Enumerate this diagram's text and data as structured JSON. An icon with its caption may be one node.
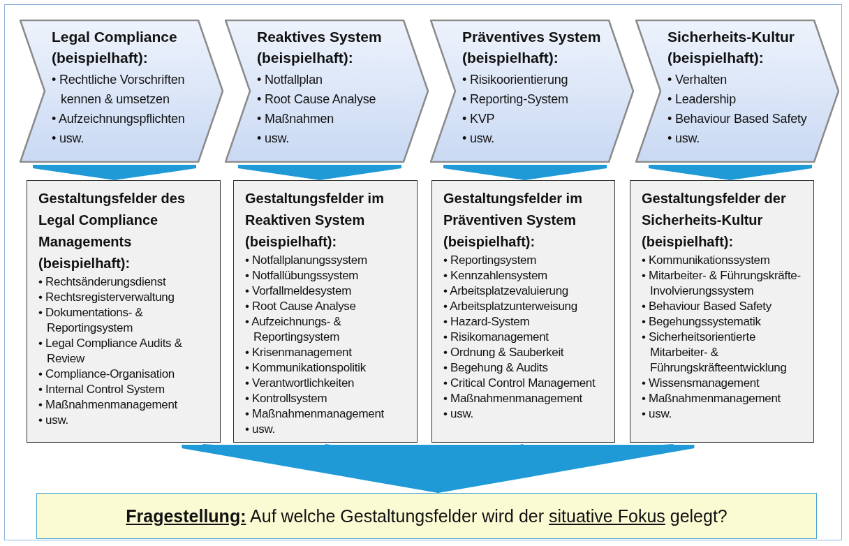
{
  "diagram": {
    "nodes": [
      {
        "text": [
          "Legal Compliance (beispielhaft):",
          "• Rechtliche Vorschriften kennen & umsetzen",
          "• Aufzeichnungspflichten",
          "• usw."
        ]
      },
      {
        "text": [
          "Reaktives System (beispielhaft):",
          "• Notfallplan",
          "• Root Cause Analyse",
          "• Maßnahmen",
          "• usw."
        ]
      },
      {
        "text": [
          "Präventives System (beispielhaft):",
          "• Risikoorientierung",
          "• Reporting-System",
          "• KVP",
          "• usw."
        ]
      },
      {
        "text": [
          "Sicherheits-Kultur (beispielhaft):",
          "• Verhalten",
          "• Leadership",
          "• Behaviour Based Safety",
          "• usw."
        ]
      },
      {
        "text": [
          "Gestaltungsfelder des Legal Compliance Managements (beispielhaft):",
          "• Rechtsänderungsdienst",
          "• Rechtsregisterverwaltung",
          "• Dokumentations- & Reportingsystem",
          "• Legal Compliance Audits & Review",
          "• Compliance-Organisation",
          "• Internal Control System",
          "• Maßnahmenmanagement",
          "• usw."
        ]
      },
      {
        "text": [
          "Gestaltungsfelder im Reaktiven System (beispielhaft):",
          "• Notfallplanungssystem",
          "• Notfallübungssystem",
          "• Vorfallmeldesystem",
          "• Root Cause Analyse",
          "• Aufzeichnungs- & Reportingsystem",
          "• Krisenmanagement",
          "• Kommunikationspolitik",
          "• Verantwortlichkeiten",
          "• Kontrollsystem",
          "• Maßnahmenmanagement",
          "• usw."
        ]
      },
      {
        "text": [
          "Gestaltungsfelder im Präventiven System (beispielhaft):",
          "• Reportingsystem",
          "• Kennzahlensystem",
          "• Arbeitsplatzevaluierung",
          "• Arbeitsplatzunterweisung",
          "• Hazard-System",
          "• Risikomanagement",
          "• Ordnung & Sauberkeit",
          "• Begehung & Audits",
          "• Critical Control Management",
          "• Maßnahmenmanagement",
          "• usw."
        ]
      },
      {
        "text": [
          "Gestaltungsfelder der Sicherheits-Kultur (beispielhaft):",
          "• Kommunikationssystem",
          "• Mitarbeiter- & Führungskräfte-Involvierungssystem",
          "• Behaviour Based Safety",
          "• Begehungssystematik",
          "• Sicherheitsorientierte Mitarbeiter- & Führungskräfteentwicklung",
          "• Wissensmanagement",
          "• Maßnahmenmanagement",
          "• usw."
        ]
      },
      {
        "text": [
          "**Fragestellung:** Auf welche Gestaltungsfelder wird der *situative Fokus* gelegt?"
        ]
      }
    ],
    "edges": [
      {
        "from": 0,
        "to": 4,
        "arrow": "to"
      },
      {
        "from": 1,
        "to": 5,
        "arrow": "to"
      },
      {
        "from": 2,
        "to": 6,
        "arrow": "to"
      },
      {
        "from": 3,
        "to": 7,
        "arrow": "to"
      },
      {
        "from": 4,
        "to": 8,
        "arrow": "to"
      },
      {
        "from": 5,
        "to": 8,
        "arrow": "to"
      },
      {
        "from": 6,
        "to": 8,
        "arrow": "to"
      },
      {
        "from": 7,
        "to": 8,
        "arrow": "to"
      }
    ]
  }
}
